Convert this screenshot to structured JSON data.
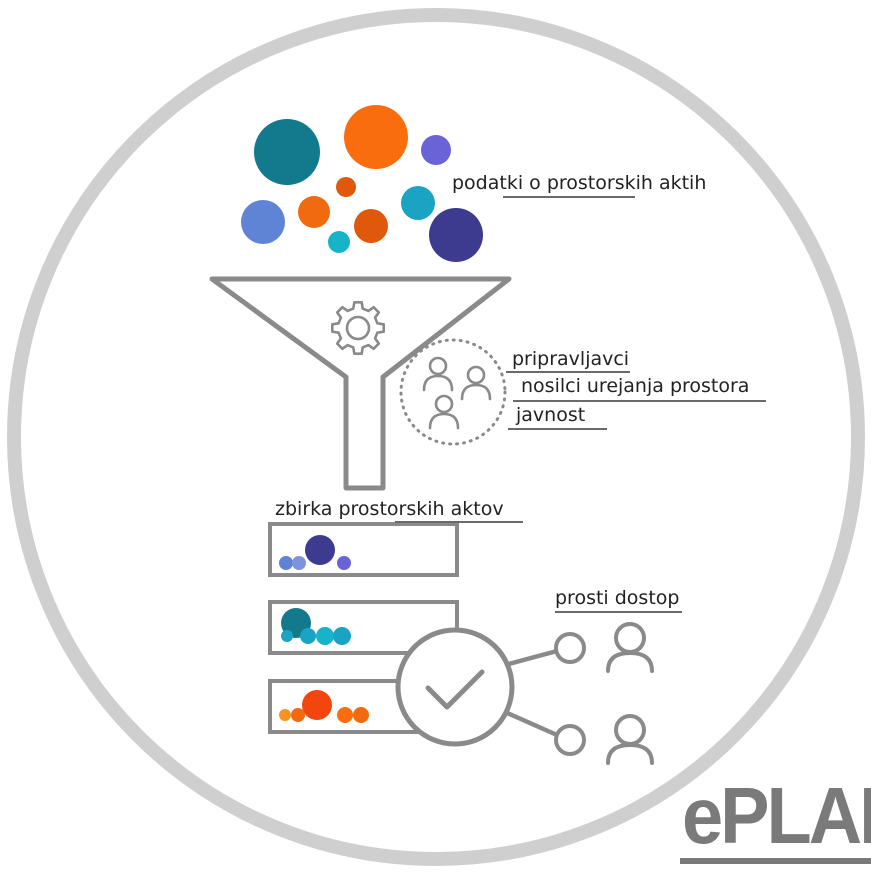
{
  "labels": {
    "data_sources": "podatki o prostorskih aktih",
    "preparers": "pripravljavci",
    "holders": "nosilci urejanja prostora",
    "public": "javnost",
    "collection": "zbirka prostorskih aktov",
    "open_access": "prosti dostop"
  },
  "brand": "ePLAN",
  "icons": [
    "gear-icon",
    "people-group-icon",
    "check-icon",
    "user-icon"
  ],
  "colors": {
    "teal_dark": "#137a8e",
    "orange": "#f96d0e",
    "dark_orange": "#e0580c",
    "indigo": "#3d3b8f",
    "periwinkle": "#5f84d6",
    "purple": "#6a63d8",
    "cyan": "#1aa3c3",
    "gray_line": "#8a8a8a",
    "circle_gray": "#cfcfcf",
    "brand_gray": "#7a7a7a"
  }
}
